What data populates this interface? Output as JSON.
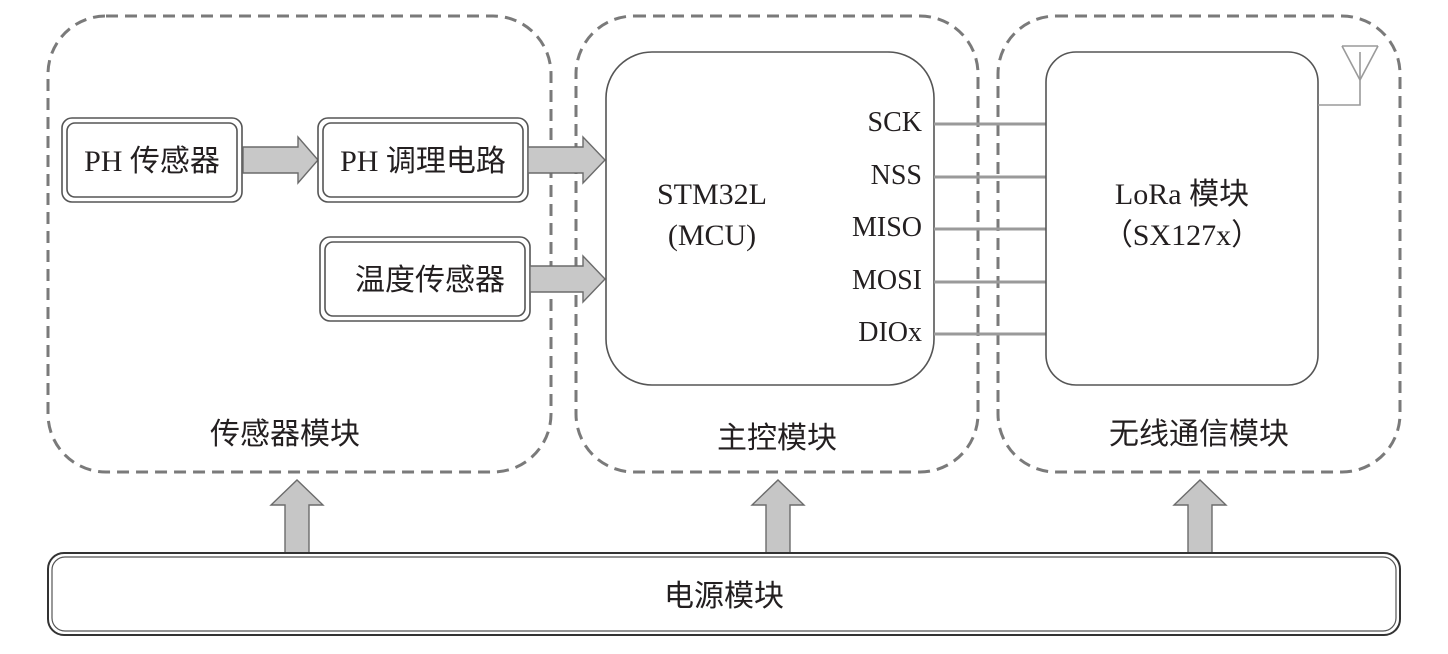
{
  "sensor_module": {
    "title": "传感器模块",
    "ph_sensor": "PH 传感器",
    "ph_conditioning": "PH 调理电路",
    "temp_sensor": "温度传感器"
  },
  "main_module": {
    "title": "主控模块",
    "mcu_line1": "STM32L",
    "mcu_line2": "(MCU)",
    "pins": [
      "SCK",
      "NSS",
      "MISO",
      "MOSI",
      "DIOx"
    ]
  },
  "wireless_module": {
    "title": "无线通信模块",
    "lora_line1": "LoRa 模块",
    "lora_line2": "（SX127x）"
  },
  "power_module": {
    "label": "电源模块"
  }
}
